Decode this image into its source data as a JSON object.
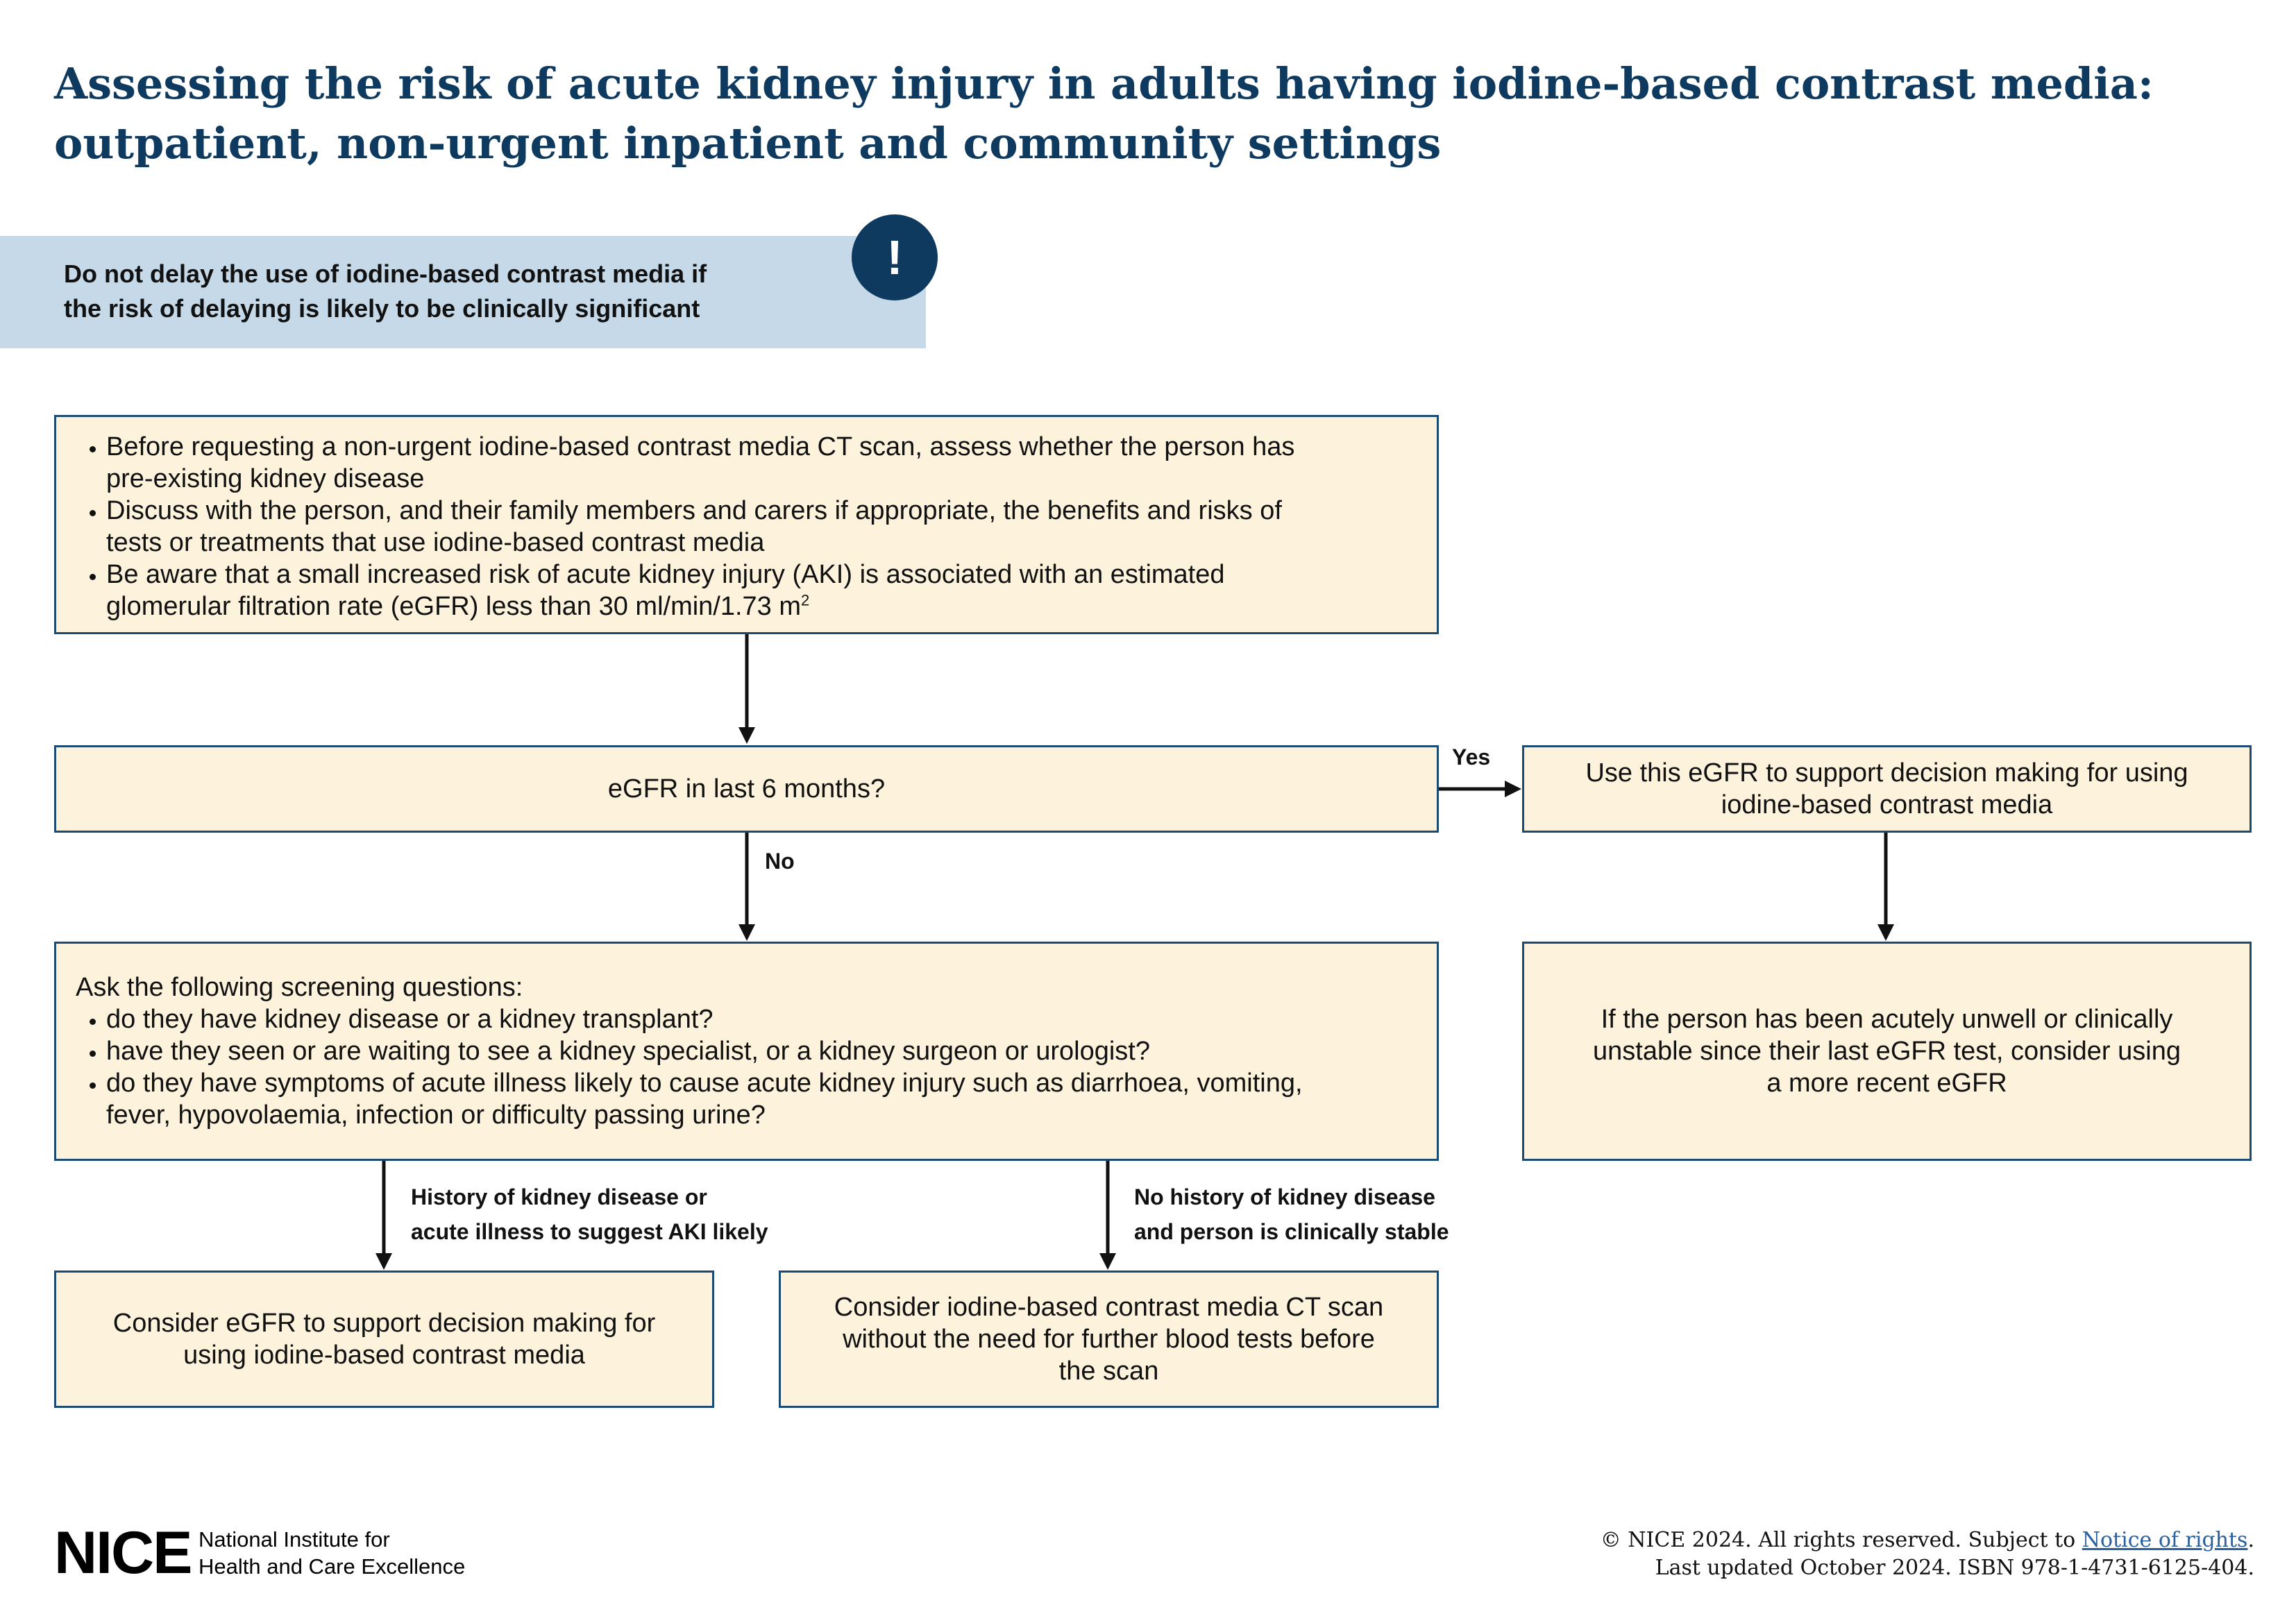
{
  "title": {
    "line1": "Assessing the risk of acute kidney injury in adults having iodine-based contrast media:",
    "line2": "outpatient, non-urgent inpatient and community settings"
  },
  "alert": {
    "icon": "exclamation-icon",
    "icon_glyph": "!",
    "line1": "Do not delay the use of iodine-based contrast media if",
    "line2": "the risk of delaying is likely to be clinically significant"
  },
  "box_intro": {
    "items": [
      {
        "line1": "Before requesting a non-urgent iodine-based contrast media CT scan, assess whether the person has",
        "line2": "pre-existing kidney disease"
      },
      {
        "line1": "Discuss with the person, and their family members and carers if appropriate, the benefits and risks of",
        "line2": "tests or treatments that use iodine-based contrast media"
      },
      {
        "line1": "Be aware that a small increased risk of acute kidney injury (AKI) is associated with an estimated",
        "line2": "glomerular filtration rate (eGFR) less than 30 ml/min/1.73 m",
        "sup": "2"
      }
    ]
  },
  "box_egfr": {
    "text": "eGFR in last 6 months?"
  },
  "box_use_egfr": {
    "line1": "Use this eGFR to support decision making for using",
    "line2": "iodine-based contrast media"
  },
  "box_unwell": {
    "line1": "If the person has been acutely unwell or clinically",
    "line2": "unstable since their last eGFR test, consider using",
    "line3": "a more recent eGFR"
  },
  "box_screening": {
    "lead": "Ask the following screening questions:",
    "items": [
      {
        "line1": "do they have kidney disease or a kidney transplant?",
        "line2": ""
      },
      {
        "line1": "have they seen or are waiting to see a kidney specialist, or a kidney surgeon or urologist?",
        "line2": ""
      },
      {
        "line1": "do they have symptoms of acute illness likely to cause acute kidney injury such as diarrhoea, vomiting,",
        "line2": "fever, hypovolaemia, infection or difficulty passing urine?"
      }
    ]
  },
  "box_consider_egfr": {
    "line1": "Consider eGFR to support decision making for",
    "line2": "using iodine-based contrast media"
  },
  "box_consider_ct": {
    "line1": "Consider iodine-based contrast media CT scan",
    "line2": "without the need for further blood tests before",
    "line3": "the scan"
  },
  "labels": {
    "yes": "Yes",
    "no": "No",
    "history_line1": "History of kidney disease or",
    "history_line2": "acute illness to suggest AKI likely",
    "no_history_line1": "No history of kidney disease",
    "no_history_line2": "and person is clinically stable"
  },
  "logo": {
    "text": "NICE",
    "org_line1": "National Institute for",
    "org_line2": "Health and Care Excellence"
  },
  "footer": {
    "copyright": "© NICE 2024. All rights reserved. Subject to ",
    "link": "Notice of rights",
    "period": ".",
    "updated": "Last updated October 2024. ISBN 978-1-4731-6125-404."
  },
  "colors": {
    "box_fill": "#fdf3dc",
    "box_border": "#1b4a72",
    "title": "#0e3a5f",
    "alert_fill": "#c5d9e8"
  }
}
